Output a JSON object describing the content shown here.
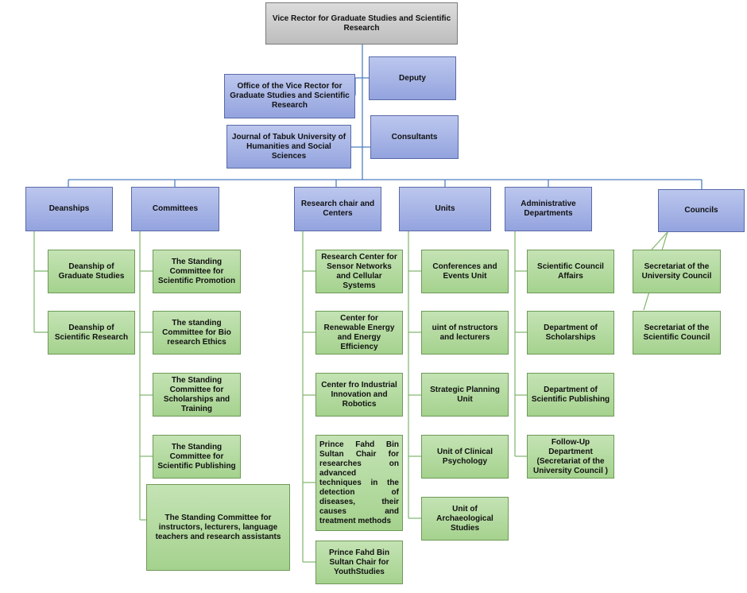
{
  "top": {
    "vice_rector": "Vice Rector for Graduate Studies and Scientific Research"
  },
  "staff": {
    "office": "Office of  the Vice Rector for Graduate Studies and Scientific Research",
    "deputy": "Deputy",
    "journal": "Journal of Tabuk University of Humanities and Social Sciences",
    "consultants": "Consultants"
  },
  "categories": {
    "deanships": "Deanships",
    "committees": "Committees",
    "research_chairs": "Research chair and Centers",
    "units": "Units",
    "admin_departments": "Administrative Departments",
    "councils": "Councils"
  },
  "deanships": [
    "Deanship of Graduate Studies",
    "Deanship of Scientific Research"
  ],
  "committees": [
    "The Standing Committee for Scientific Promotion",
    "The standing Committee for Bio research Ethics",
    "The Standing Committee for Scholarships and Training",
    "The Standing Committee for Scientific Publishing",
    "The Standing Committee for instructors, lecturers, language teachers and research assistants"
  ],
  "research_chairs": [
    "Research Center for Sensor Networks and Cellular Systems",
    "Center for Renewable Energy and Energy Efficiency",
    "Center fro Industrial Innovation and Robotics",
    "Prince Fahd Bin Sultan Chair for researches on advanced techniques in the detection of diseases, their causes and treatment methods",
    "Prince Fahd Bin Sultan Chair for YouthStudies"
  ],
  "units": [
    "Conferences and Events Unit",
    "uint of nstructors and lecturers",
    "Strategic Planning Unit",
    "Unit of Clinical Psychology",
    "Unit of Archaeological Studies"
  ],
  "admin_departments": [
    "Scientific Council Affairs",
    "Department of Scholarships",
    "Department of Scientific Publishing",
    "Follow-Up Department (Secretariat of the University Council )"
  ],
  "councils": [
    "Secretariat of the University Council",
    "Secretariat of the Scientific Council"
  ],
  "colors": {
    "connector_blue": "#4f7fc0",
    "connector_green": "#7fb56a"
  }
}
